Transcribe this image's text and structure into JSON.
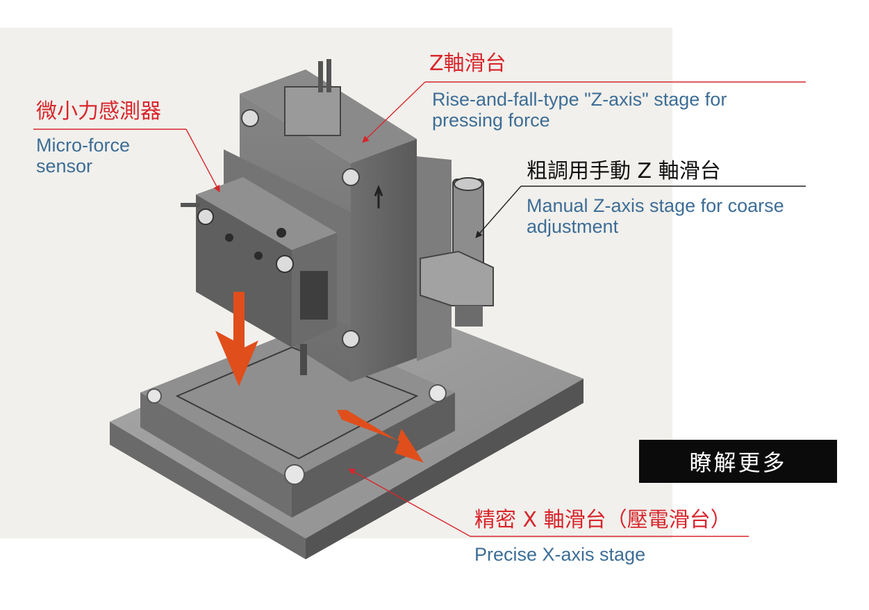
{
  "callouts": {
    "z_stage": {
      "title": "Z軸滑台",
      "desc_line1": "Rise-and-fall-type \"Z-axis\" stage for",
      "desc_line2": "pressing force"
    },
    "micro_force": {
      "title": "微小力感測器",
      "desc_line1": "Micro-force",
      "desc_line2": "sensor"
    },
    "manual_z": {
      "title": "粗調用手動 Z 軸滑台",
      "desc_line1": "Manual Z-axis stage for coarse",
      "desc_line2": "adjustment"
    },
    "x_stage": {
      "title": "精密 X 軸滑台（壓電滑台）",
      "desc_line1": "Precise X-axis stage"
    }
  },
  "cta": {
    "label": "瞭解更多"
  },
  "colors": {
    "accent_red": "#d8262c",
    "desc_blue": "#3d6d96",
    "arrow_orange": "#e04e1b",
    "panel_bg": "#f1f0ec"
  }
}
